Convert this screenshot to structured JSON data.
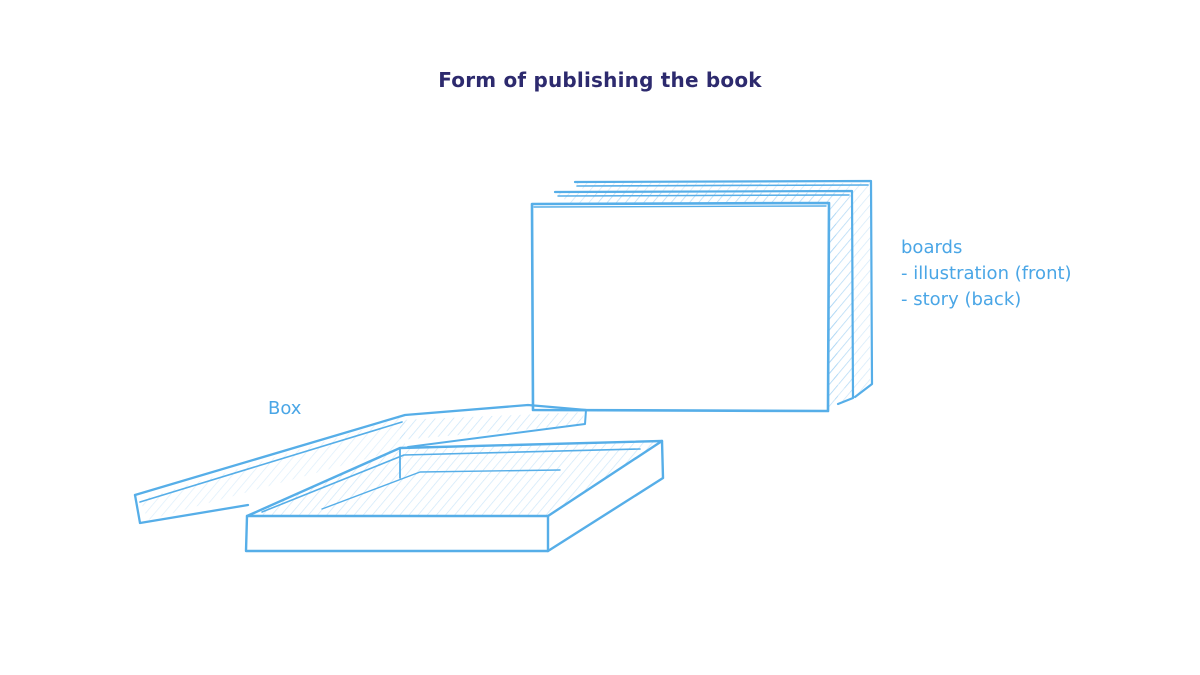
{
  "title": "Form of publishing the book",
  "labels": {
    "boards": [
      "boards",
      "- illustration (front)",
      "- story (back)"
    ],
    "box": "Box"
  },
  "colors": {
    "title": "#2d2a6e",
    "sketch": "#56aee8",
    "sketch_light": "#9fd0f3",
    "label": "#4aa6e6"
  }
}
